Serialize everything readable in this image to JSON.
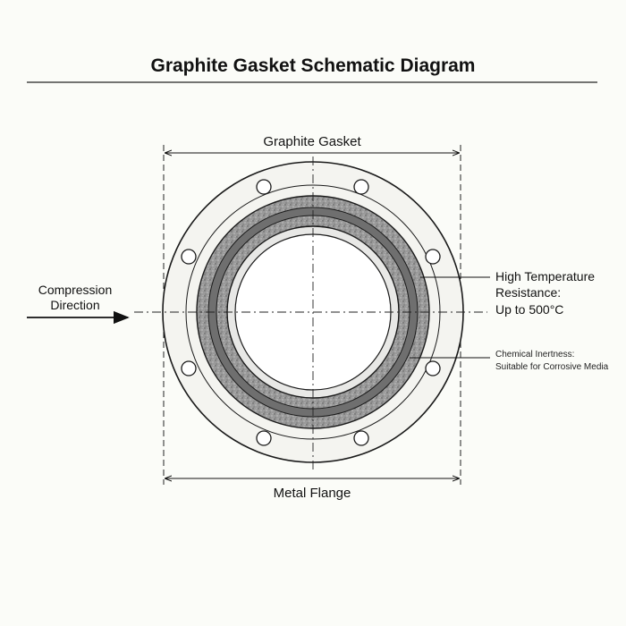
{
  "title": "Graphite Gasket Schematic Diagram",
  "labels": {
    "top_dimension": "Graphite Gasket",
    "bottom_dimension": "Metal Flange",
    "compression_line1": "Compression",
    "compression_line2": "Direction",
    "high_temp_line1": "High Temperature",
    "high_temp_line2": "Resistance:",
    "high_temp_line3": "Up to 500°C",
    "chemical_line1": "Chemical Inertness:",
    "chemical_line2": "Suitable for Corrosive Media"
  },
  "colors": {
    "line": "#1a1a1a",
    "flange_fill": "#f4f4f0",
    "graphite_fill": "#8e8e8e",
    "graphite_band": "#6f6f6f",
    "bore_fill": "#ffffff",
    "background": "#fbfcf8"
  }
}
